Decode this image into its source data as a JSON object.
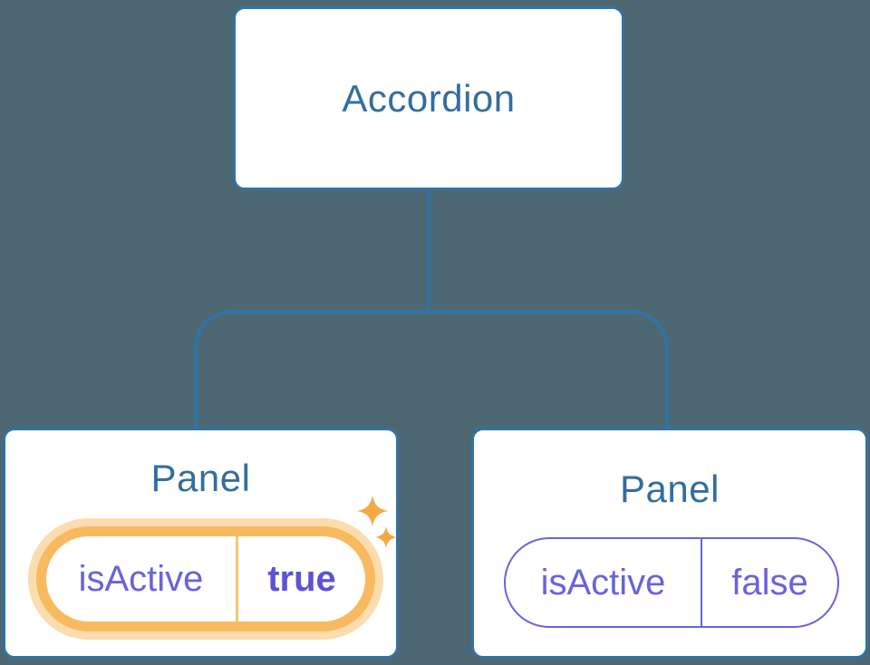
{
  "diagram": {
    "type": "component-tree",
    "root": {
      "label": "Accordion"
    },
    "panels": [
      {
        "title": "Panel",
        "state": {
          "key": "isActive",
          "value": "true"
        },
        "highlighted": true,
        "badge_icon": "sparkles-icon"
      },
      {
        "title": "Panel",
        "state": {
          "key": "isActive",
          "value": "false"
        },
        "highlighted": false
      }
    ],
    "colors": {
      "background": "#4D6872",
      "node-fill": "#FFFFFF",
      "node-border": "#3173A5",
      "node-text": "#336E9E",
      "connector": "#3173A5",
      "state-text": "#6863DC",
      "state-bold": "#5A54D4",
      "state-border": "#6863DC",
      "ring": "#F9BA5F",
      "halo": "#FBDDAF",
      "ring-divider": "#F9C571",
      "sparkle": "#F6A942"
    }
  }
}
